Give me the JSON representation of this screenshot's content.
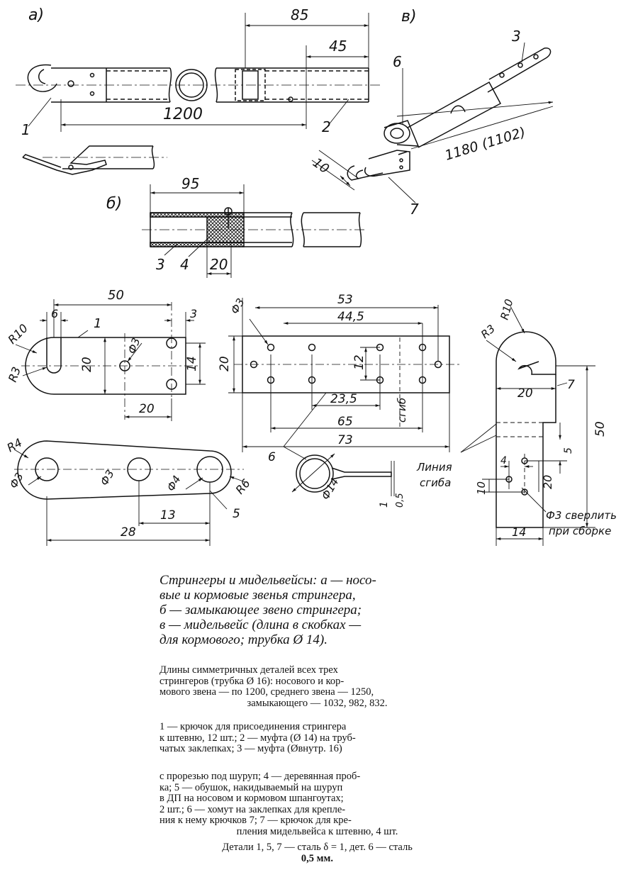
{
  "view_labels": {
    "a": "а)",
    "b": "б)",
    "v": "в)"
  },
  "dims_a": {
    "d85": "85",
    "d45": "45",
    "d1200": "1200"
  },
  "dims_b": {
    "d95": "95",
    "d20": "20"
  },
  "dims_v": {
    "d10": "10",
    "d1180": "1180 (1102)"
  },
  "part_numbers": {
    "p1": "1",
    "p2": "2",
    "p3": "3",
    "p4": "4",
    "p5": "5",
    "p6": "6",
    "p7": "7"
  },
  "dims_part1": {
    "d50": "50",
    "d6": "6",
    "d3": "3",
    "r10": "R10",
    "r3": "R3",
    "d20v": "20",
    "phi3": "Ф3",
    "d14": "14",
    "d20h": "20"
  },
  "dims_part6": {
    "phi3": "Ф3",
    "d53": "53",
    "d445": "44,5",
    "d20": "20",
    "d12": "12",
    "d235": "23,5",
    "d65": "65",
    "d73": "73",
    "bend": "сгиб",
    "phi14": "Ф14",
    "t1": "1",
    "t05": "0,5"
  },
  "dims_part5": {
    "r4": "R4",
    "phi3a": "Ф3",
    "phi3b": "Ф3",
    "phi4": "Ф4",
    "r6": "R6",
    "d13": "13",
    "d28": "28"
  },
  "dims_part7": {
    "r10": "R10",
    "r3": "R3",
    "d20": "20",
    "d50": "50",
    "d4": "4",
    "d5": "5",
    "d20v": "20",
    "d10": "10",
    "d14": "14",
    "bend_line_1": "Линия",
    "bend_line_2": "сгиба",
    "drill_1": "Ф3 сверлить",
    "drill_2": "при сборке"
  },
  "caption": {
    "line1": "Стрингеры и мидельвейсы: а — носо-",
    "line2": "вые и кормовые звенья стрингера,",
    "line3": "б — замыкающее звено стрингера;",
    "line4": "в — мидельвейс (длина в скобках —",
    "line5": "для кормового; трубка Ø 14)."
  },
  "notes": {
    "note1_l1": "Длины симметричных деталей всех трех",
    "note1_l2": "стрингеров (трубка Ø 16): носового и кор-",
    "note1_l3": "мового звена — по 1200, среднего звена — 1250,",
    "note1_l4": "замыкающего — 1032, 982, 832.",
    "note2_l1": "1 — крючок для присоединения стрингера",
    "note2_l2": "к штевню, 12 шт.; 2 — муфта (Ø 14) на труб-",
    "note2_l3": "чатых заклепках; 3 — муфта (Øвнутр. 16)",
    "note3_l1": "с прорезью под шуруп; 4 — деревянная проб-",
    "note3_l2": "ка; 5 — обушок, накидываемый на шуруп",
    "note3_l3": "в ДП на носовом и кормовом шпангоутах;",
    "note3_l4": "2 шт.; 6 — хомут на заклепках для крепле-",
    "note3_l5": "ния к нему крючков 7; 7 — крючок для кре-",
    "note3_l6": "пления мидельвейса к штевню, 4 шт.",
    "note4_l1": "Детали 1, 5, 7 — сталь δ = 1, дет. 6 — сталь",
    "note4_l2": "0,5 мм."
  }
}
